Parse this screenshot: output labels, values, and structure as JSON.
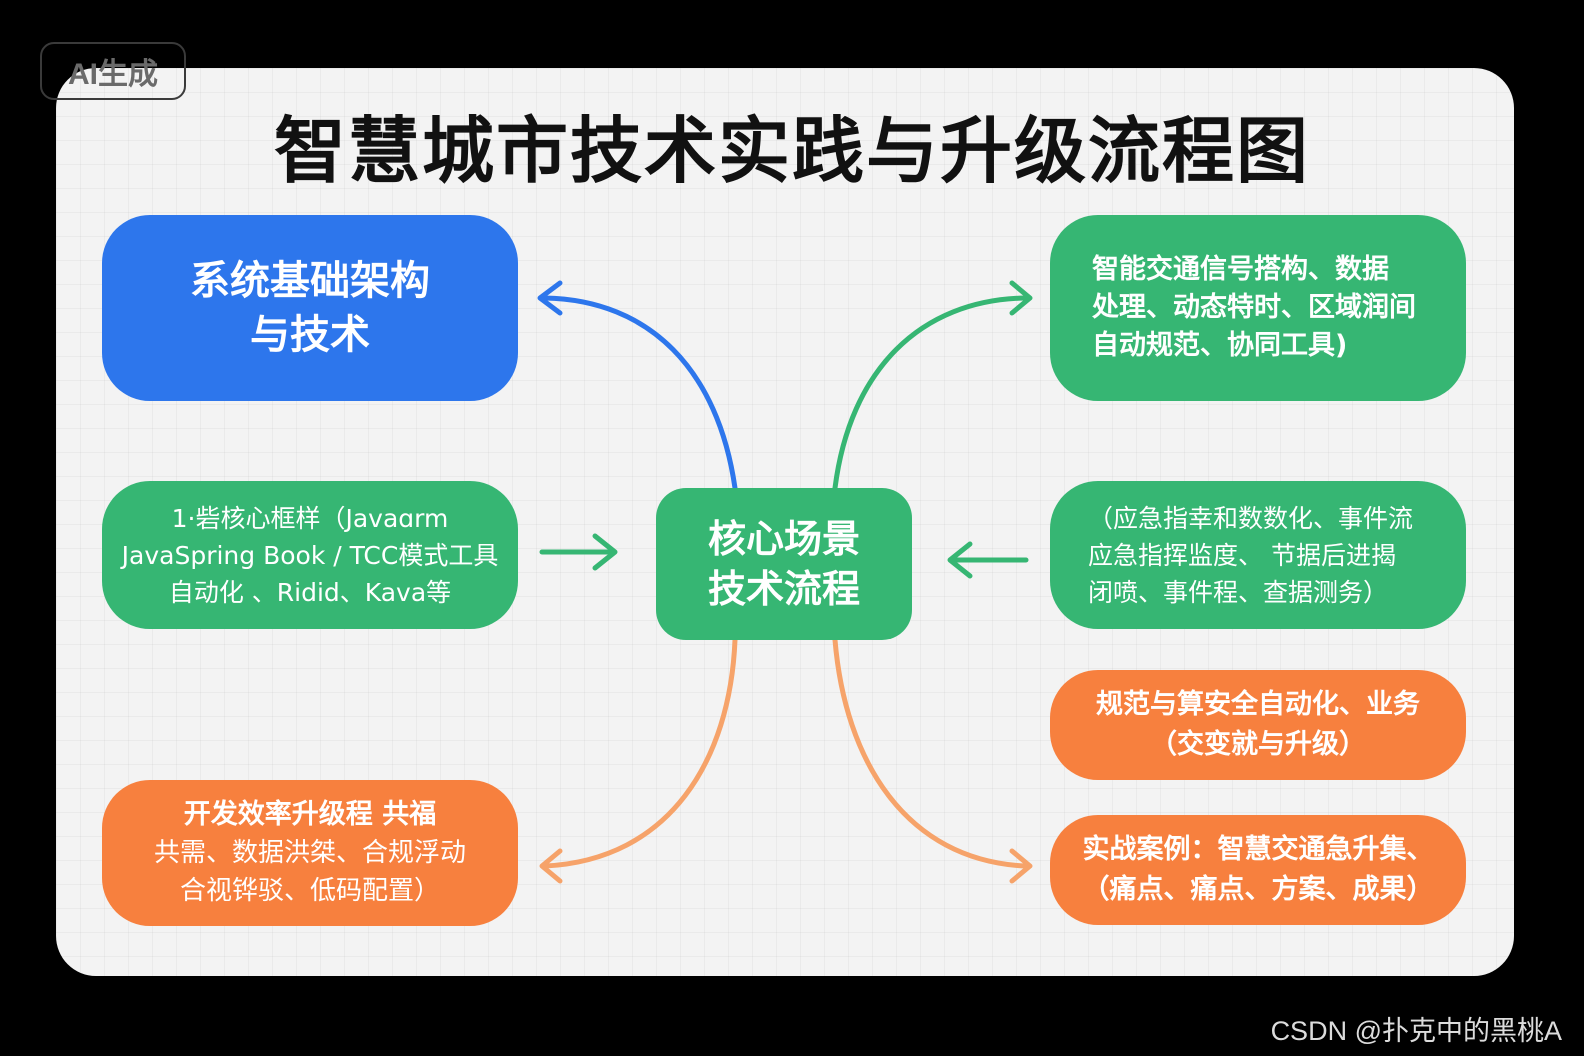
{
  "badge": "AI生成",
  "title": "智慧城市技术实践与升级流程图",
  "center": {
    "lines": [
      "核心场景",
      "技术流程"
    ]
  },
  "nodes": {
    "foundation": {
      "lines": [
        "系统基础架构",
        "与技术"
      ]
    },
    "traffic": {
      "lines": [
        "智能交通信号搭构、数据",
        "处理、动态特时、区域润间",
        "自动规范、协同工具)"
      ]
    },
    "framework": {
      "lines": [
        "1·砦核心框样（Javaɑrm",
        "JavaSpring Book / TCC模式工具",
        "自动化 、Ridid、Kava等"
      ]
    },
    "emergency": {
      "lines": [
        "（应急指幸和数数化、事件流",
        "应急指挥监度、 节据后进揭",
        "闭喷、事件程、查据测务）"
      ]
    },
    "security": {
      "lines": [
        "规范与算安全自动化、业务",
        "（交变就与升级）"
      ]
    },
    "efficiency": {
      "lines": [
        "开发效率升级程 共福",
        "共需、数据洪桀、合规浮动",
        "合视铧驳、低码配置）"
      ]
    },
    "cases": {
      "lines": [
        "实战案例：智慧交通急升集、",
        "（痛点、痛点、方案、成果）"
      ]
    }
  },
  "colors": {
    "blue": "#2d76ec",
    "green": "#36b673",
    "orange": "#f7803e",
    "orange_light": "#f6a36a"
  },
  "watermark": "CSDN @扑克中的黑桃A"
}
